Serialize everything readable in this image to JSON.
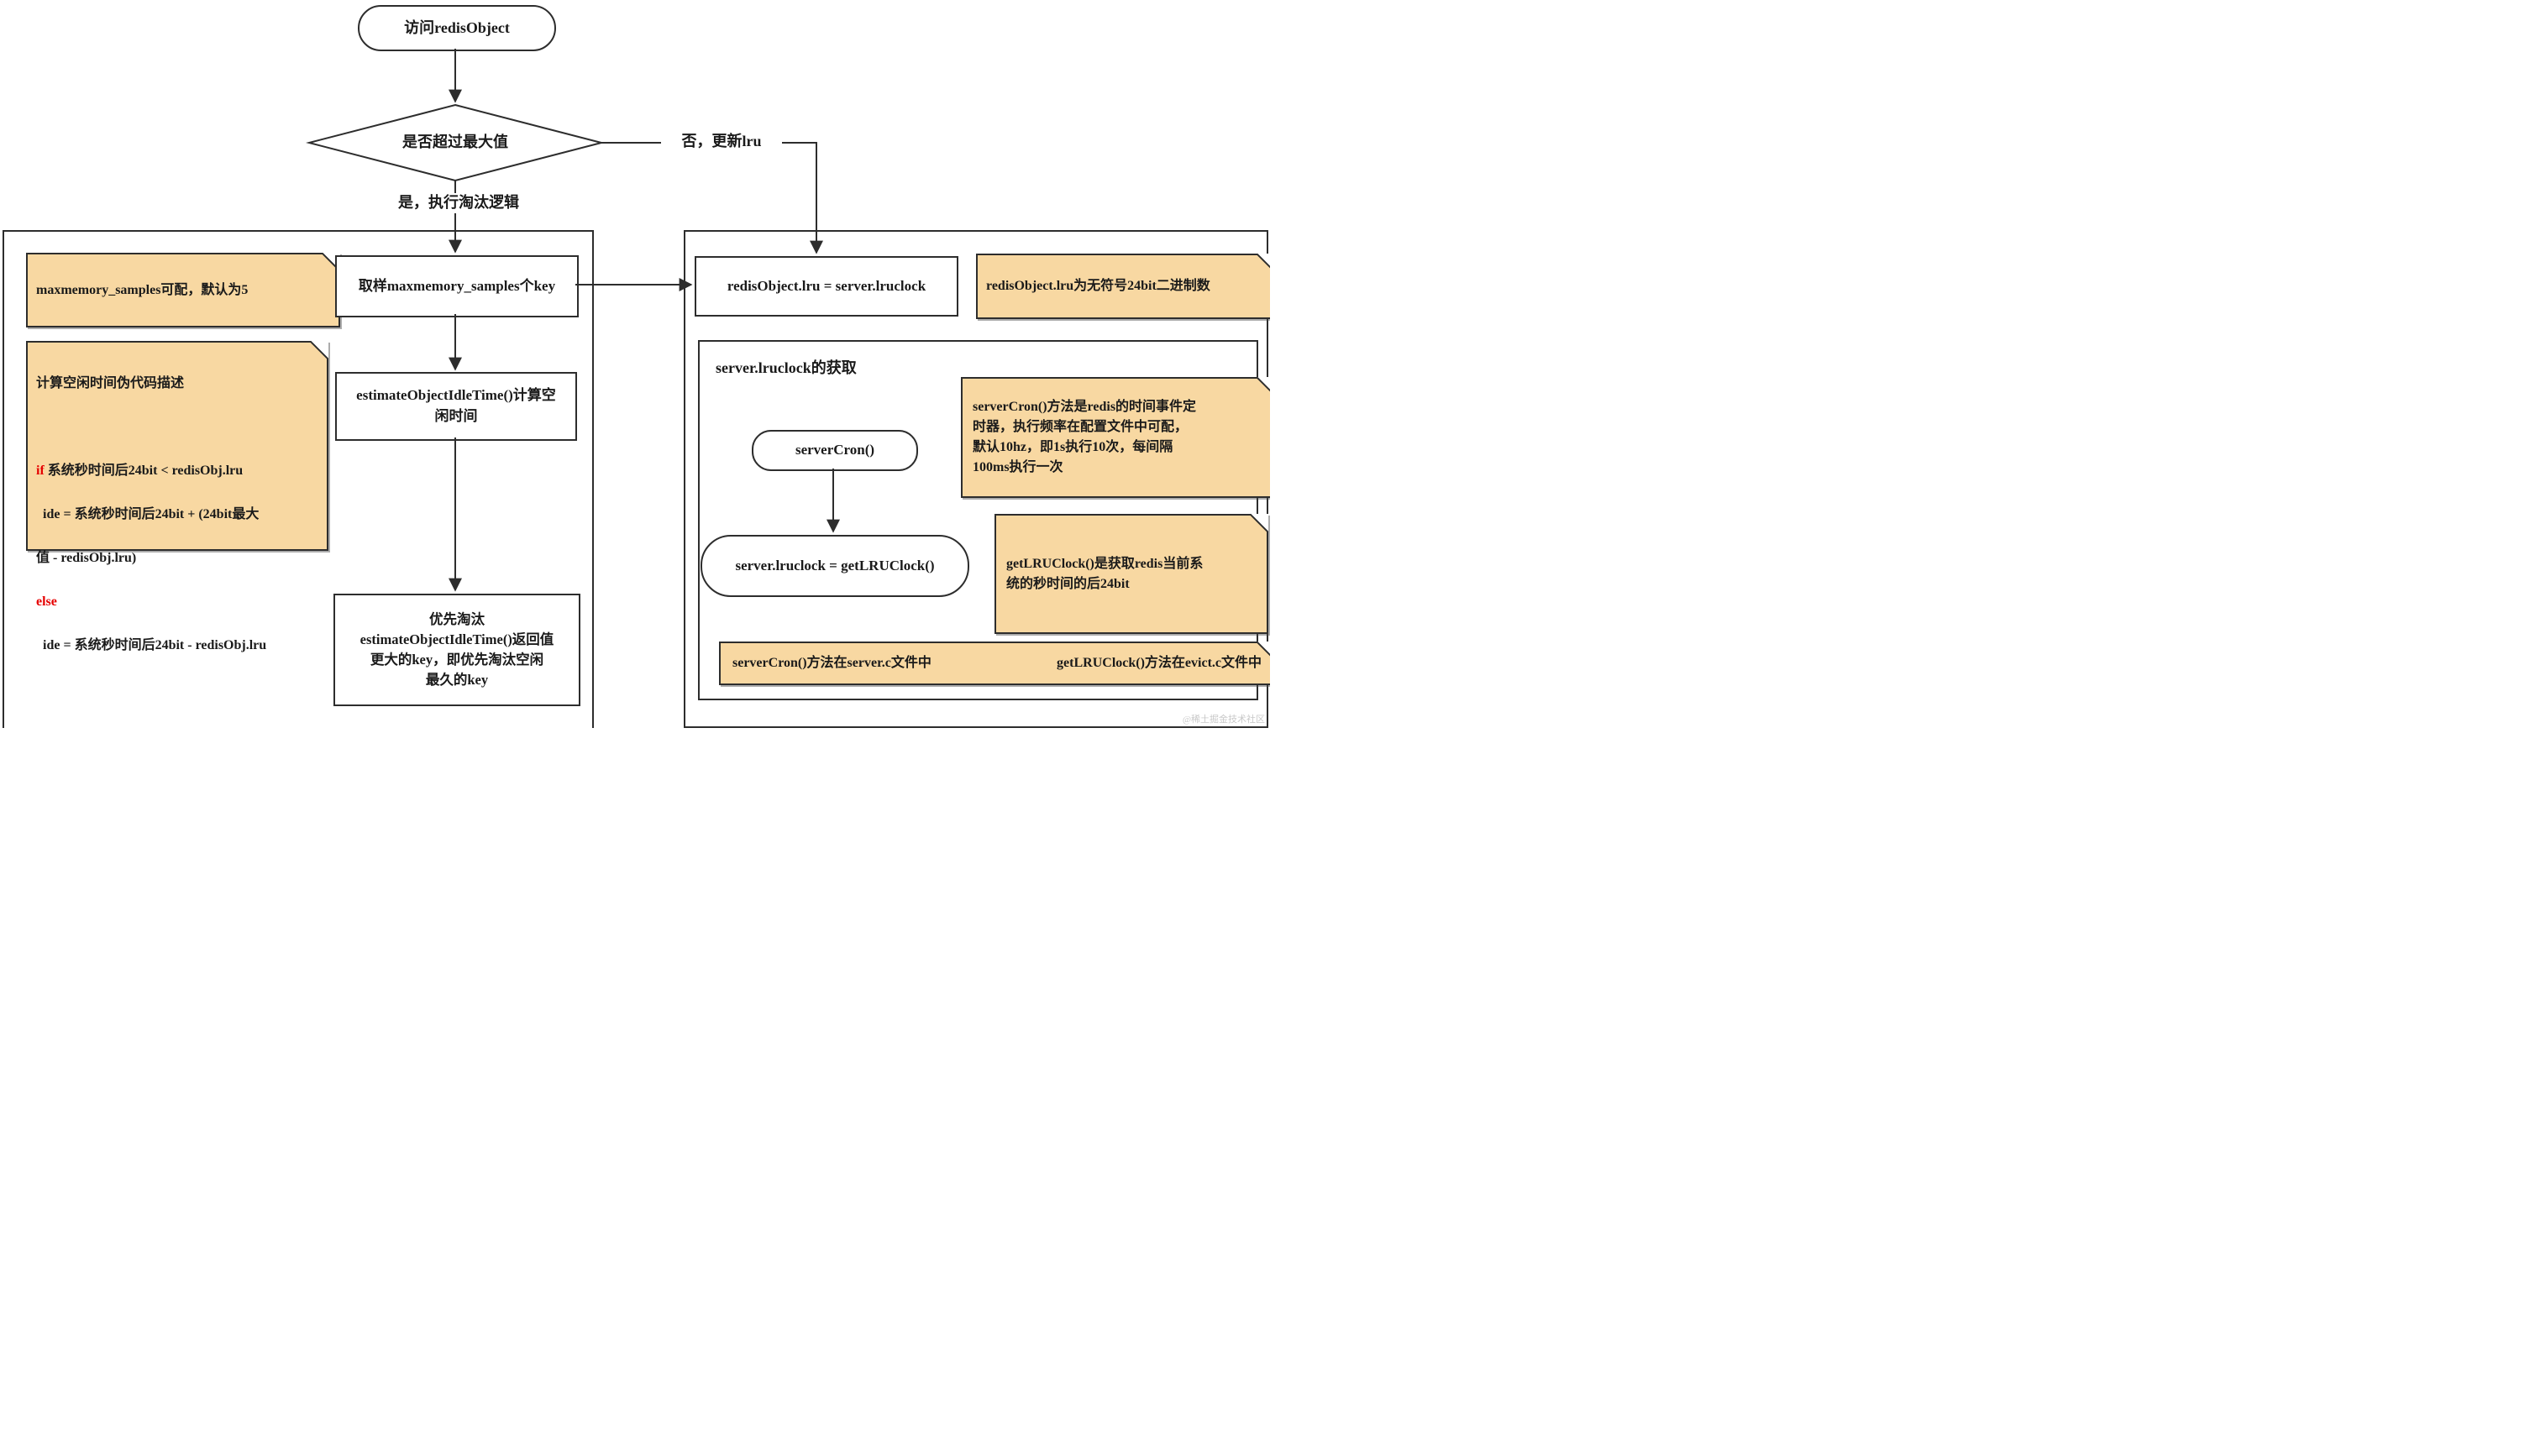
{
  "flow": {
    "start_oval": "访问redisObject",
    "decision": "是否超过最大值",
    "branch_no": "否，更新lru",
    "branch_yes": "是，执行淘汰逻辑"
  },
  "left_panel": {
    "note_samples": "maxmemory_samples可配，默认为5",
    "pseudocode": {
      "title": "计算空闲时间伪代码描述",
      "if_kw": "if",
      "if_cond": " 系统秒时间后24bit < redisObj.lru",
      "then_line1": "  ide = 系统秒时间后24bit + (24bit最大",
      "then_line2": "值 - redisObj.lru)",
      "else_kw": "else",
      "else_line": "  ide = 系统秒时间后24bit - redisObj.lru"
    },
    "box_sample": "取样maxmemory_samples个key",
    "box_estimate": "estimateObjectIdleTime()计算空\n闲时间",
    "box_evict": "优先淘汰\nestimateObjectIdleTime()返回值\n更大的key，即优先淘汰空闲\n最久的key"
  },
  "right_panel": {
    "box_assign": "redisObject.lru = server.lruclock",
    "note_24bit": "redisObject.lru为无符号24bit二进制数",
    "inner_title": "server.lruclock的获取",
    "oval_servercron": "serverCron()",
    "note_servercron": "serverCron()方法是redis的时间事件定\n时器，执行频率在配置文件中可配，\n默认10hz，即1s执行10次，每间隔\n100ms执行一次",
    "capsule_getlru": "server.lruclock = getLRUClock()",
    "note_getlru": "getLRUClock()是获取redis当前系\n统的秒时间的后24bit",
    "note_files_left": "serverCron()方法在server.c文件中",
    "note_files_right": "getLRUClock()方法在evict.c文件中"
  },
  "watermark": "@稀土掘金技术社区",
  "colors": {
    "note_bg": "#F8D8A2",
    "line": "#2d2d2d",
    "keyword_red": "#e60000"
  }
}
